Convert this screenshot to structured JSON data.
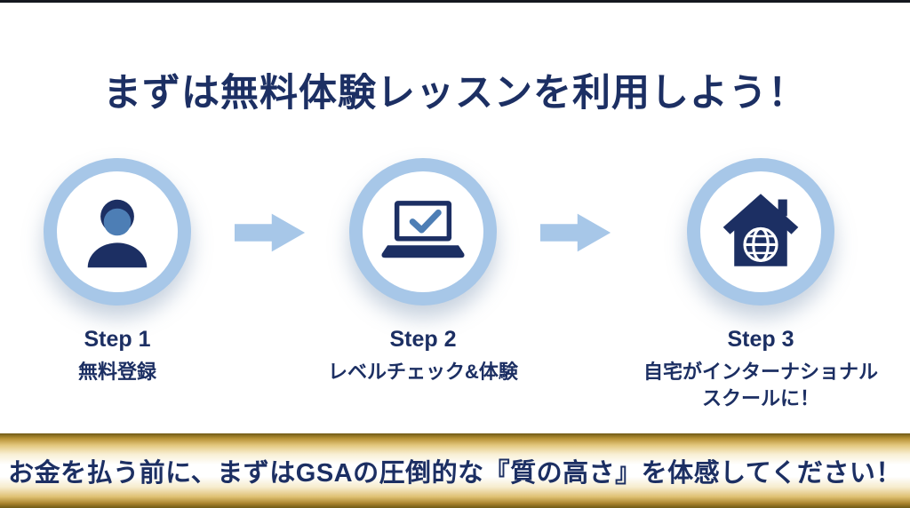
{
  "title": "まずは無料体験レッスンを利用しよう！",
  "steps": [
    {
      "step": "Step 1",
      "label": "無料登録",
      "icon": "person-icon"
    },
    {
      "step": "Step 2",
      "label": "レベルチェック&体験",
      "icon": "laptop-check-icon"
    },
    {
      "step": "Step 3",
      "label": "自宅がインターナショナル\nスクールに！",
      "icon": "house-globe-icon"
    }
  ],
  "arrows": [
    {
      "icon": "arrow-right-icon"
    },
    {
      "icon": "arrow-right-icon"
    }
  ],
  "banner": {
    "text": "お金を払う前に、まずはGSAの圧倒的な『質の高さ』を体感してください！"
  },
  "colors": {
    "navy": "#1c2f63",
    "steel_blue": "#4d7eb5",
    "light_blue": "#a7c7e8",
    "gold": "#c9a544",
    "background": "#ffffff"
  }
}
